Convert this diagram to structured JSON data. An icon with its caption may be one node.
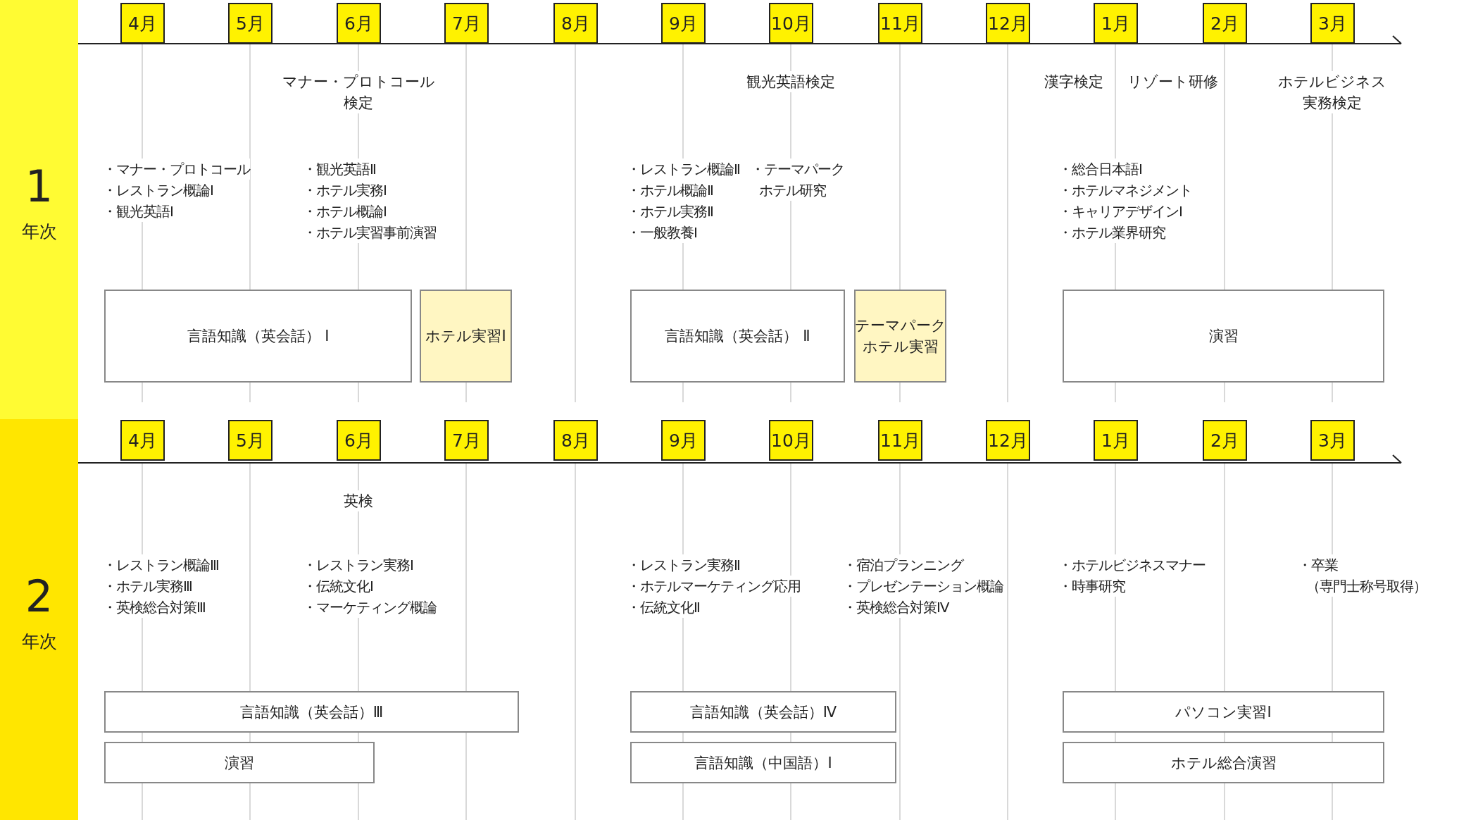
{
  "diagram": {
    "nodes": [
      {
        "text": [
          "言語知識（英会話） Ⅰ"
        ]
      },
      {
        "text": [
          "ホテル実習Ⅰ"
        ]
      },
      {
        "text": [
          "言語知識（英会話） Ⅱ"
        ]
      },
      {
        "text": [
          "テーマパークホテル実習"
        ]
      },
      {
        "text": [
          "演習"
        ]
      },
      {
        "text": [
          "言語知識（英会話）Ⅲ"
        ]
      },
      {
        "text": [
          "演習"
        ]
      },
      {
        "text": [
          "言語知識（英会話）Ⅳ"
        ]
      },
      {
        "text": [
          "言語知識（中国語）Ⅰ"
        ]
      },
      {
        "text": [
          "パソコン実習Ⅰ"
        ]
      },
      {
        "text": [
          "ホテル総合演習"
        ]
      }
    ],
    "labels": [
      "1",
      "年次",
      "4月",
      "5月",
      "6月",
      "7月",
      "8月",
      "9月",
      "10月",
      "11月",
      "12月",
      "1月",
      "2月",
      "3月",
      "マナー・プロトコール検定",
      "観光英語検定",
      "漢字検定",
      "リゾート研修",
      "ホテルビジネス実務検定",
      "・マナー・プロトコール",
      "・レストラン概論Ⅰ",
      "・観光英語Ⅰ",
      "・観光英語Ⅱ",
      "・ホテル実務Ⅰ",
      "・ホテル概論Ⅰ",
      "・ホテル実習事前演習",
      "・レストラン概論Ⅱ",
      "・ホテル概論Ⅱ",
      "・ホテル実務Ⅱ",
      "・一般教養Ⅰ",
      "・テーマパークホテル研究",
      "・総合日本語Ⅰ",
      "・ホテルマネジメント",
      "・キャリアデザインⅠ",
      "・ホテル業界研究",
      "2",
      "年次",
      "4月",
      "5月",
      "6月",
      "7月",
      "8月",
      "9月",
      "10月",
      "11月",
      "12月",
      "1月",
      "2月",
      "3月",
      "英検",
      "・レストラン概論Ⅲ",
      "・ホテル実務Ⅲ",
      "・英検総合対策Ⅲ",
      "・レストラン実務Ⅰ",
      "・伝統文化Ⅰ",
      "・マーケティング概論",
      "・レストラン実務Ⅱ",
      "・ホテルマーケティング応用",
      "・伝統文化Ⅱ",
      "・宿泊プランニング",
      "・プレゼンテーション概論",
      "・英検総合対策Ⅳ",
      "・ホテルビジネスマナー",
      "・時事研究",
      "・卒業（専門士称号取得）"
    ]
  }
}
